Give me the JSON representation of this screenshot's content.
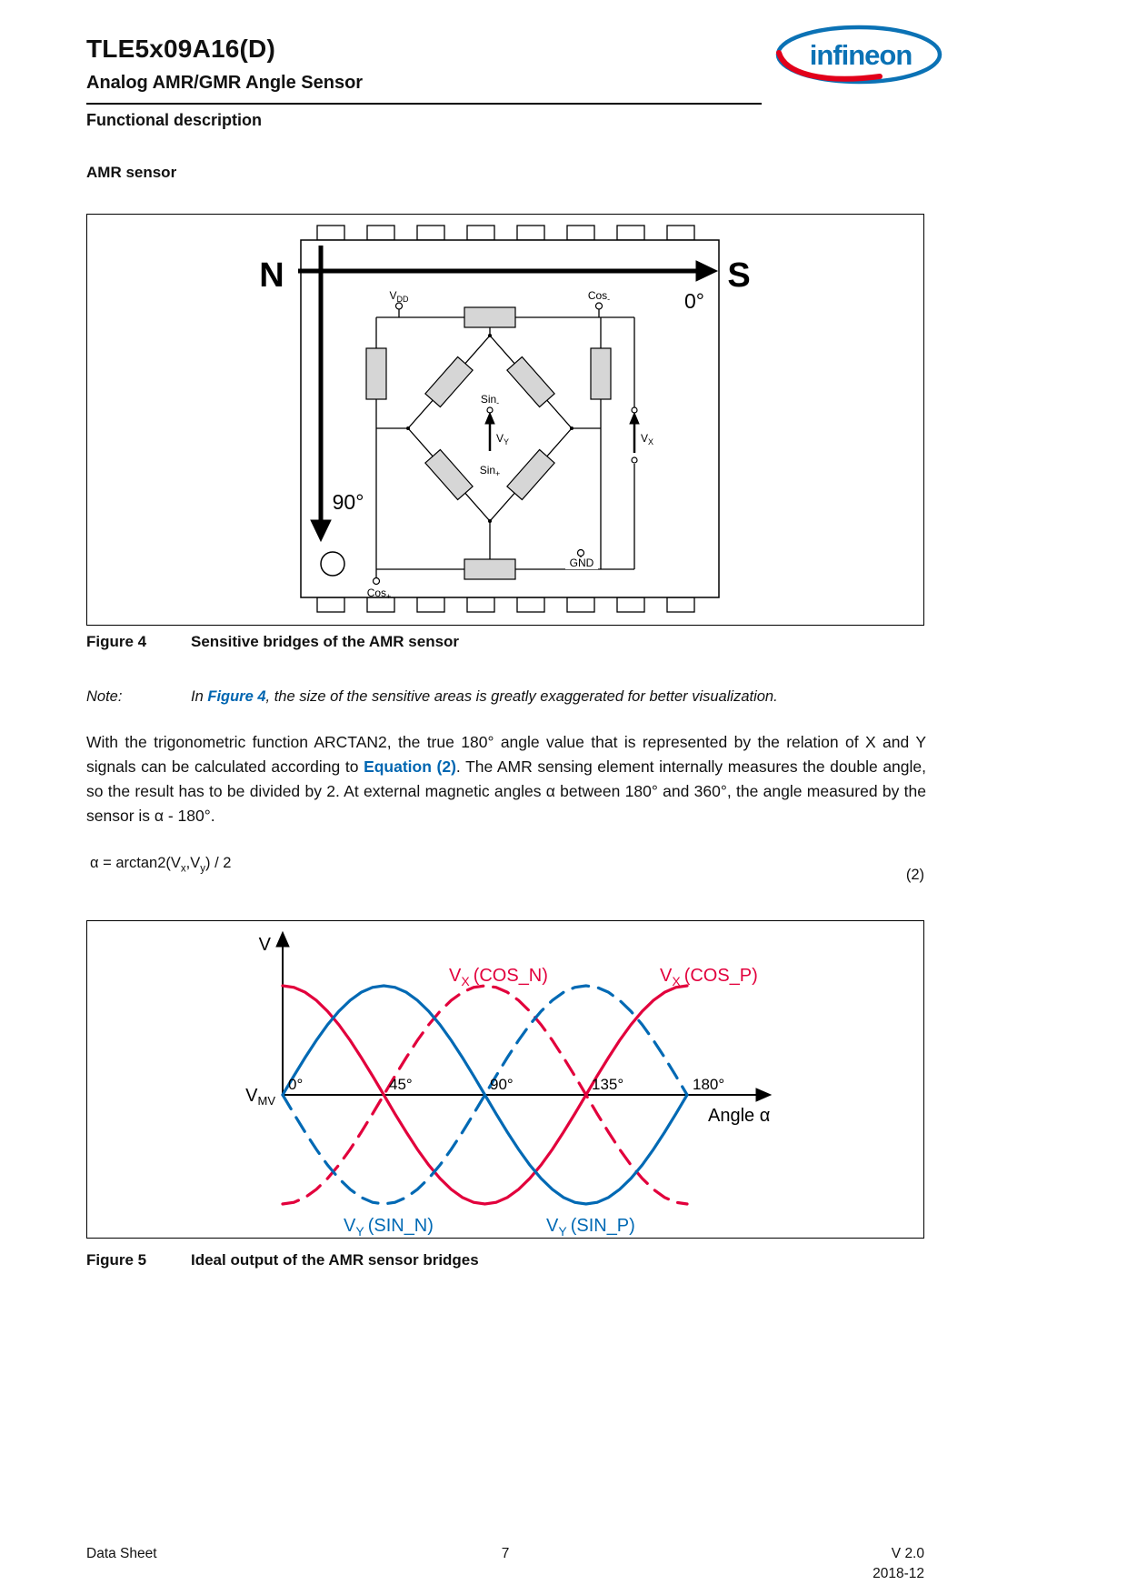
{
  "header": {
    "title": "TLE5x09A16(D)",
    "subtitle": "Analog AMR/GMR Angle Sensor",
    "section": "Functional description",
    "logo_text": "infineon"
  },
  "content": {
    "subsection": "AMR sensor",
    "note_label": "Note:",
    "note_pre": "In ",
    "note_link": "Figure 4",
    "note_post": ", the size of the sensitive areas is greatly exaggerated for better visualization.",
    "para_pre": "With the trigonometric function ARCTAN2, the true 180° angle value that is represented by the relation of X and Y signals can be calculated according to ",
    "para_link": "Equation (2)",
    "para_post": ". The AMR sensing element internally measures the double angle, so the result has to be divided by 2. At external magnetic angles α between 180° and 360°, the angle measured by the sensor is α - 180°.",
    "equation": {
      "p1": "α = arctan2(V",
      "s1": "x",
      "p2": ",V",
      "s2": "y",
      "p3": ") / 2",
      "number": "(2)"
    }
  },
  "figure4": {
    "caption_label": "Figure 4",
    "caption_text": "Sensitive bridges of the AMR sensor",
    "north": "N",
    "south": "S",
    "angle0": "0°",
    "angle90": "90°",
    "vdd": {
      "b": "V",
      "s": "DD"
    },
    "cos_neg": {
      "b": "Cos",
      "s": "-"
    },
    "cos_pos": {
      "b": "Cos",
      "s": "+"
    },
    "sin_neg": {
      "b": "Sin",
      "s": "-"
    },
    "sin_pos": {
      "b": "Sin",
      "s": "+"
    },
    "vy": {
      "b": "V",
      "s": "Y"
    },
    "vx": {
      "b": "V",
      "s": "X"
    },
    "gnd": "GND"
  },
  "figure5": {
    "caption_label": "Figure 5",
    "caption_text": "Ideal output of the AMR sensor bridges"
  },
  "chart_data": {
    "type": "line",
    "title": "Ideal output of the AMR sensor bridges",
    "xlabel": "Angle α",
    "ylabel": "V",
    "y_mid": {
      "b": "V",
      "s": "MV"
    },
    "x_ticks": [
      "0°",
      "45°",
      "90°",
      "135°",
      "180°"
    ],
    "x_tick_deg": [
      0,
      45,
      90,
      135,
      180
    ],
    "x_range_deg": [
      0,
      180
    ],
    "ylim_relative_to_VMV": [
      -1,
      1
    ],
    "grid": false,
    "x_deg": [
      0,
      5,
      10,
      15,
      20,
      25,
      30,
      35,
      40,
      45,
      50,
      55,
      60,
      65,
      70,
      75,
      80,
      85,
      90,
      95,
      100,
      105,
      110,
      115,
      120,
      125,
      130,
      135,
      140,
      145,
      150,
      155,
      160,
      165,
      170,
      175,
      180
    ],
    "series": [
      {
        "name": "VX (COS_N)",
        "label_base": "V",
        "label_sub": "X",
        "label_rest": "(COS_N)",
        "color": "#E2003C",
        "dashed": true,
        "values": [
          -1,
          -0.985,
          -0.94,
          -0.866,
          -0.766,
          -0.643,
          -0.5,
          -0.342,
          -0.174,
          0,
          0.174,
          0.342,
          0.5,
          0.643,
          0.766,
          0.866,
          0.94,
          0.985,
          1,
          0.985,
          0.94,
          0.866,
          0.766,
          0.643,
          0.5,
          0.342,
          0.174,
          0,
          -0.174,
          -0.342,
          -0.5,
          -0.643,
          -0.766,
          -0.866,
          -0.94,
          -0.985,
          -1
        ]
      },
      {
        "name": "VX (COS_P)",
        "label_base": "V",
        "label_sub": "X",
        "label_rest": "(COS_P)",
        "color": "#E2003C",
        "dashed": false,
        "values": [
          1,
          0.985,
          0.94,
          0.866,
          0.766,
          0.643,
          0.5,
          0.342,
          0.174,
          0,
          -0.174,
          -0.342,
          -0.5,
          -0.643,
          -0.766,
          -0.866,
          -0.94,
          -0.985,
          -1,
          -0.985,
          -0.94,
          -0.866,
          -0.766,
          -0.643,
          -0.5,
          -0.342,
          -0.174,
          0,
          0.174,
          0.342,
          0.5,
          0.643,
          0.766,
          0.866,
          0.94,
          0.985,
          1
        ]
      },
      {
        "name": "VY (SIN_N)",
        "label_base": "V",
        "label_sub": "Y",
        "label_rest": "(SIN_N)",
        "color": "#0069B4",
        "dashed": true,
        "values": [
          0,
          -0.174,
          -0.342,
          -0.5,
          -0.643,
          -0.766,
          -0.866,
          -0.94,
          -0.985,
          -1,
          -0.985,
          -0.94,
          -0.866,
          -0.766,
          -0.643,
          -0.5,
          -0.342,
          -0.174,
          0,
          0.174,
          0.342,
          0.5,
          0.643,
          0.766,
          0.866,
          0.94,
          0.985,
          1,
          0.985,
          0.94,
          0.866,
          0.766,
          0.643,
          0.5,
          0.342,
          0.174,
          0
        ]
      },
      {
        "name": "VY (SIN_P)",
        "label_base": "V",
        "label_sub": "Y",
        "label_rest": "(SIN_P)",
        "color": "#0069B4",
        "dashed": false,
        "values": [
          0,
          0.174,
          0.342,
          0.5,
          0.643,
          0.766,
          0.866,
          0.94,
          0.985,
          1,
          0.985,
          0.94,
          0.866,
          0.766,
          0.643,
          0.5,
          0.342,
          0.174,
          0,
          -0.174,
          -0.342,
          -0.5,
          -0.643,
          -0.766,
          -0.866,
          -0.94,
          -0.985,
          -1,
          -0.985,
          -0.94,
          -0.866,
          -0.766,
          -0.643,
          -0.5,
          -0.342,
          -0.174,
          0
        ]
      }
    ]
  },
  "footer": {
    "left": "Data Sheet",
    "page": "7",
    "version": "V 2.0",
    "date": "2018-12"
  },
  "colors": {
    "red": "#E2003C",
    "blue": "#0069B4",
    "link_blue": "#0066B1",
    "logo_blue": "#0B72B5",
    "logo_red": "#E2001A"
  }
}
